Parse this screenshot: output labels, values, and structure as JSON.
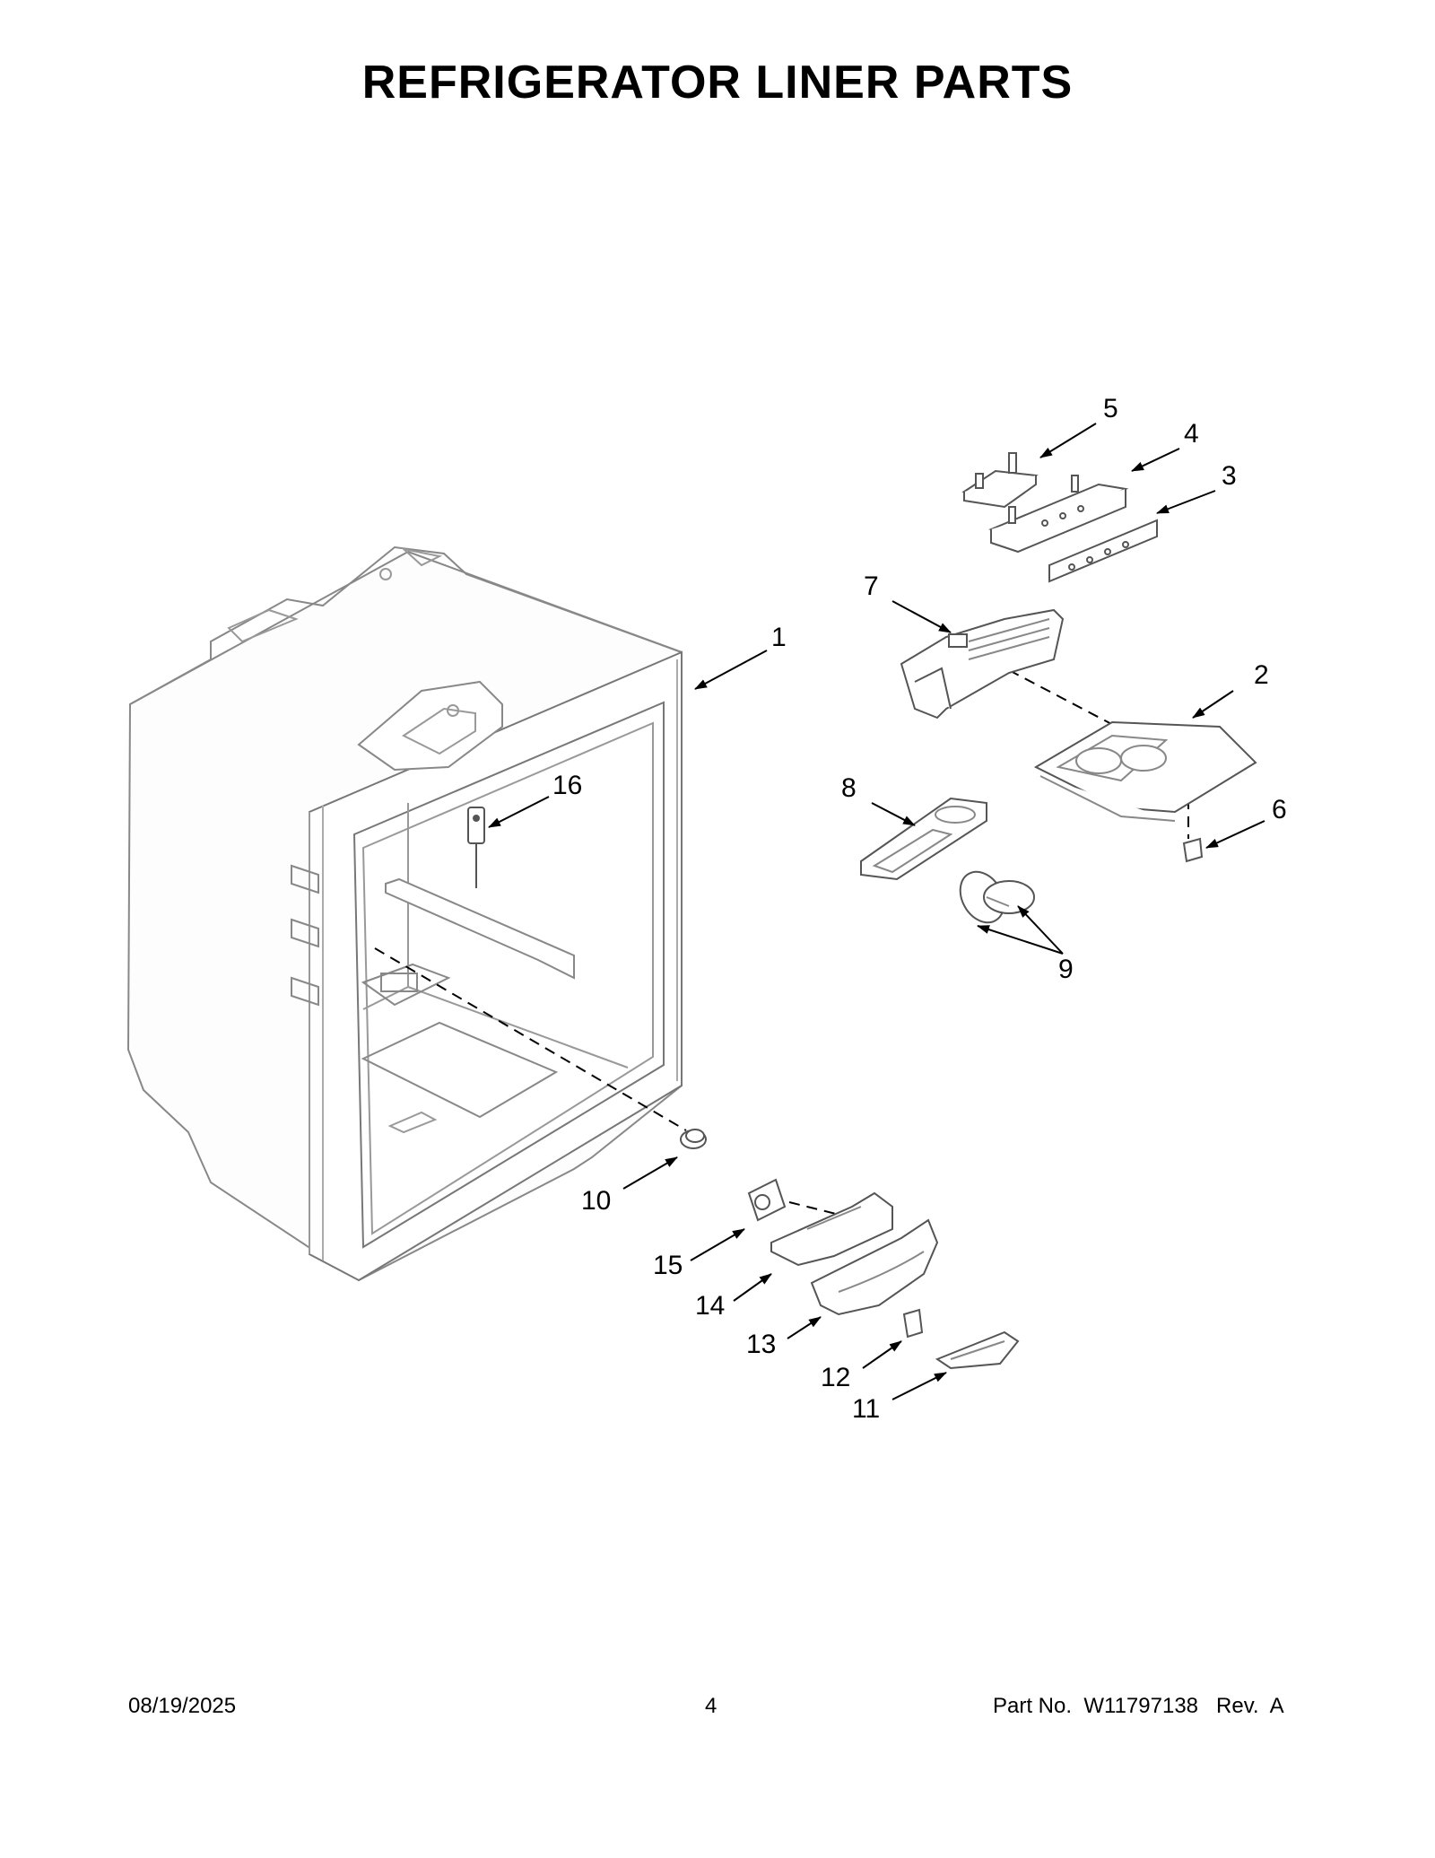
{
  "title": "REFRIGERATOR LINER PARTS",
  "callouts": {
    "c1": "1",
    "c2": "2",
    "c3": "3",
    "c4": "4",
    "c5": "5",
    "c6": "6",
    "c7": "7",
    "c8": "8",
    "c9": "9",
    "c10": "10",
    "c11": "11",
    "c12": "12",
    "c13": "13",
    "c14": "14",
    "c15": "15",
    "c16": "16"
  },
  "footer": {
    "date": "08/19/2025",
    "page": "4",
    "part": "Part No.  W11797138   Rev.  A"
  }
}
